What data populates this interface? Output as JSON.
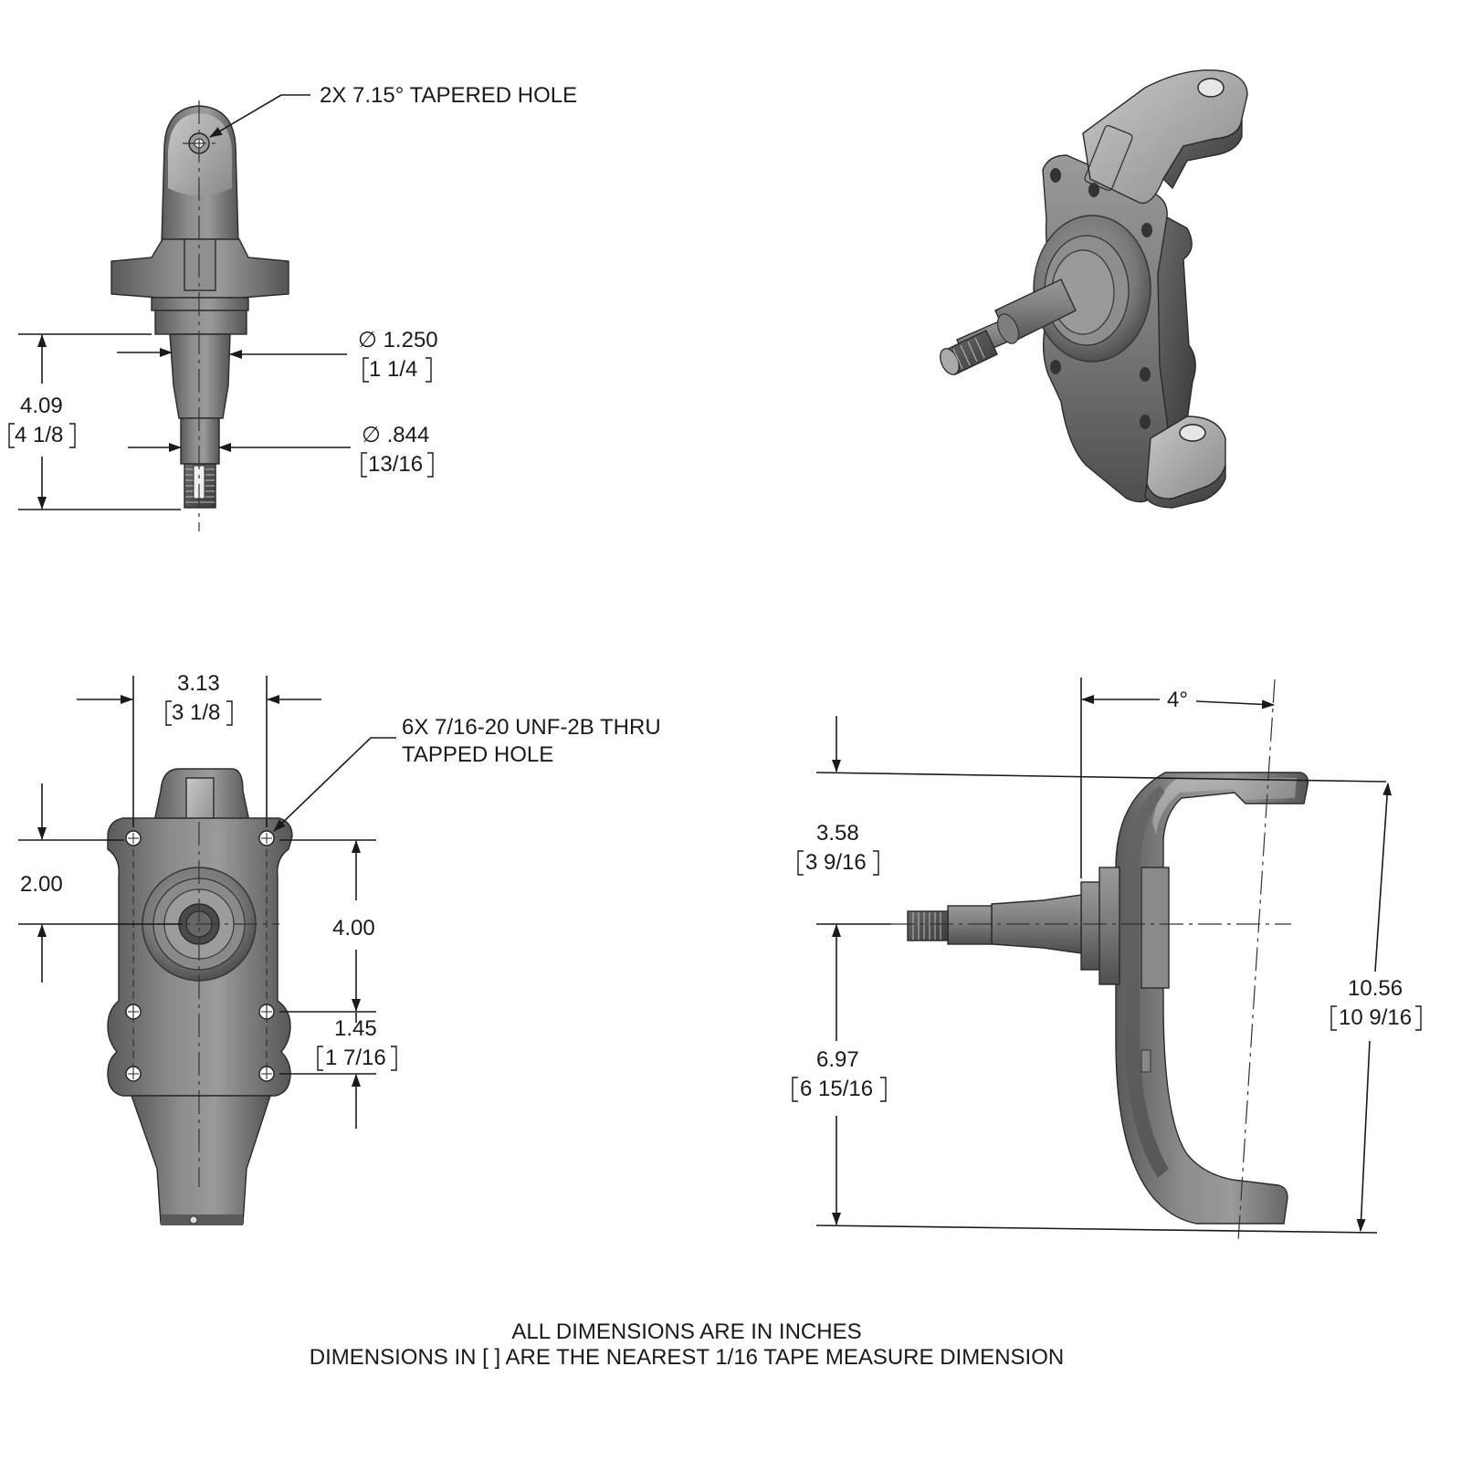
{
  "callouts": {
    "tapered_hole": "2X 7.15° TAPERED HOLE",
    "tapped_hole_line1": "6X 7/16-20 UNF-2B THRU",
    "tapped_hole_line2": "TAPPED HOLE"
  },
  "dims": {
    "spindle_dia_large": "∅ 1.250",
    "spindle_dia_large_frac": "1 1/4",
    "spindle_dia_small": "∅ .844",
    "spindle_dia_small_frac": "13/16",
    "spindle_length": "4.09",
    "spindle_length_frac": "4 1/8",
    "hole_spacing_width": "3.13",
    "hole_spacing_width_frac": "3 1/8",
    "upper_offset": "2.00",
    "hole_spacing_vertical": "4.00",
    "lower_hole_spacing": "1.45",
    "lower_hole_spacing_frac": "1 7/16",
    "kpi_angle": "4°",
    "upper_height": "3.58",
    "upper_height_frac": "3 9/16",
    "lower_height": "6.97",
    "lower_height_frac": "6 15/16",
    "overall_height": "10.56",
    "overall_height_frac": "10 9/16"
  },
  "notes": {
    "line1": "ALL DIMENSIONS ARE IN INCHES",
    "line2": "DIMENSIONS IN [ ] ARE THE NEAREST 1/16 TAPE MEASURE DIMENSION"
  }
}
